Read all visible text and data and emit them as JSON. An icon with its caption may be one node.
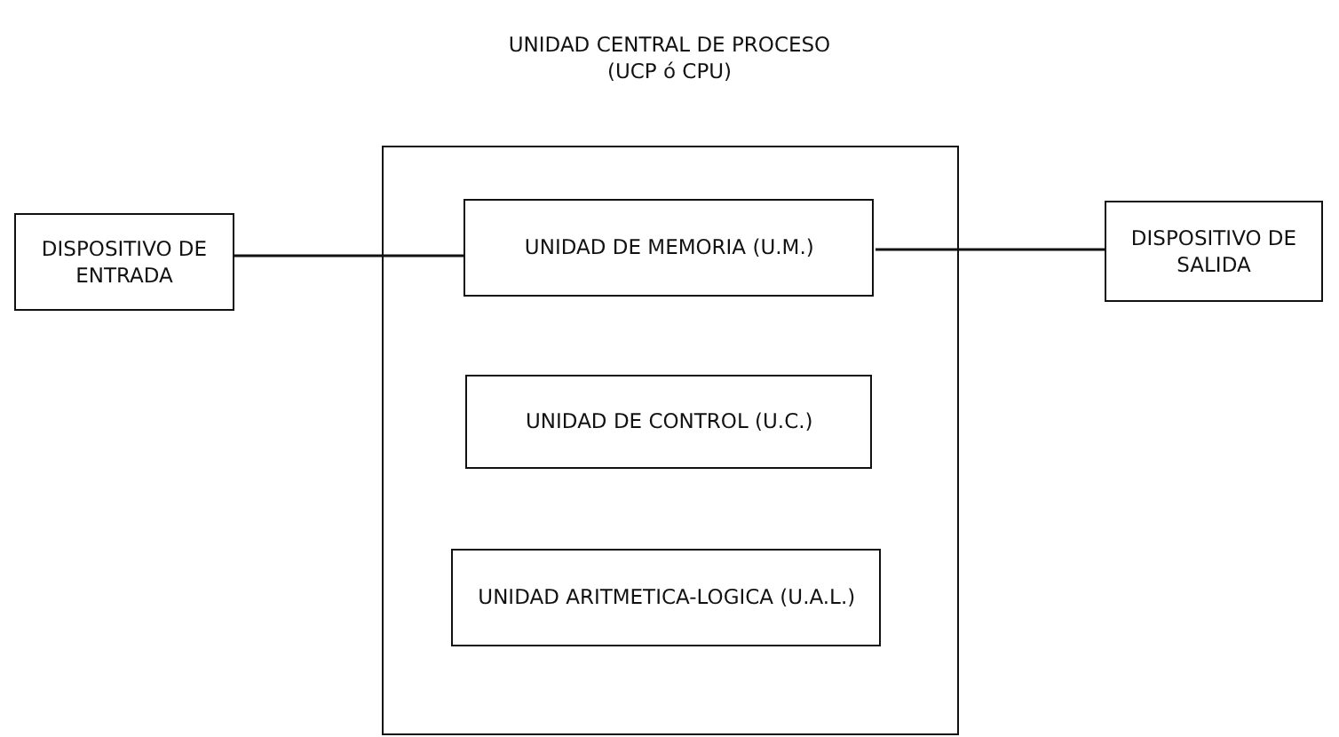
{
  "diagram": {
    "title": "UNIDAD CENTRAL DE PROCESO (UCP ó CPU)",
    "nodes": [
      {
        "text": [
          "DISPOSITIVO DE ENTRADA"
        ]
      },
      {
        "text": [],
        "shape": "box"
      },
      {
        "text": [
          "UNIDAD DE MEMORIA (U.M.)"
        ],
        "in": 1
      },
      {
        "text": [
          "DISPOSITIVO DE SALIDA"
        ]
      },
      {
        "text": [
          "UNIDAD DE CONTROL (U.C.)"
        ],
        "in": 1
      },
      {
        "text": [
          "UNIDAD ARITMETICA-LOGICA (U.A.L.)"
        ],
        "in": 1
      }
    ],
    "edges": [
      {
        "from": 0,
        "to": 2,
        "arrow": "none"
      },
      {
        "from": 2,
        "to": 3,
        "arrow": "none"
      }
    ]
  }
}
